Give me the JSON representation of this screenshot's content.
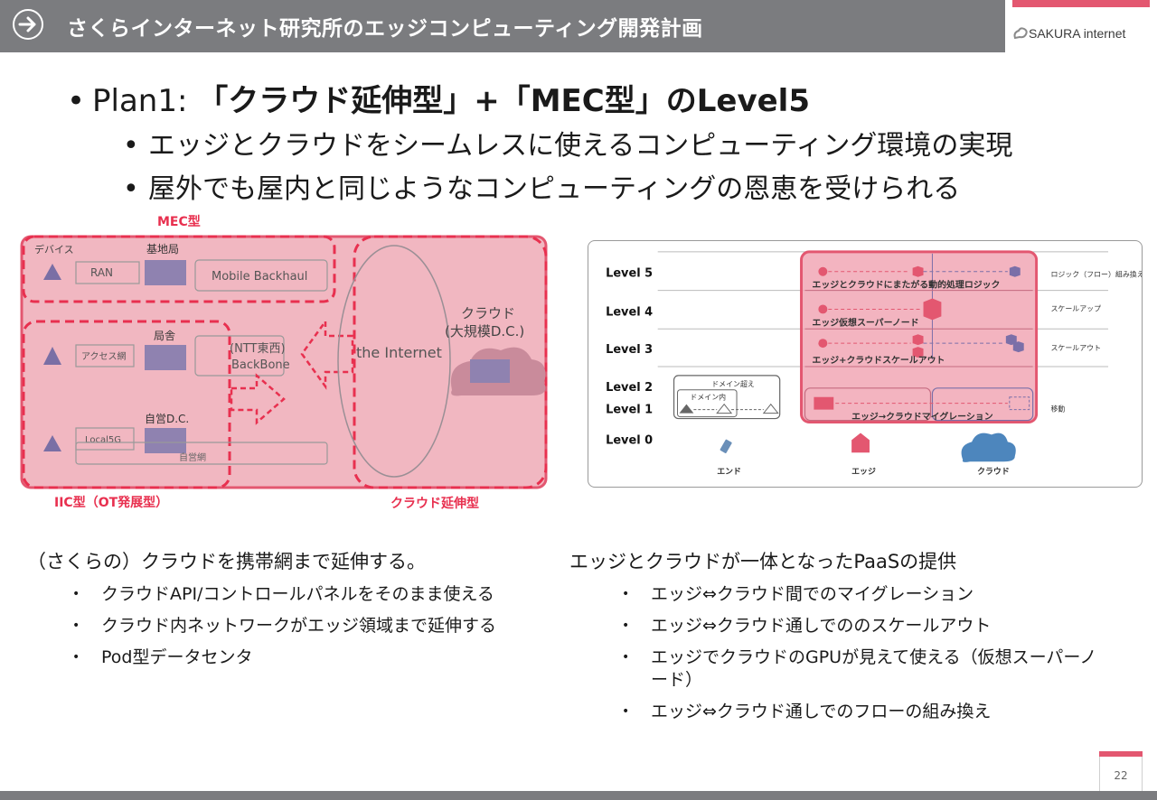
{
  "header": {
    "title": "さくらインターネット研究所のエッジコンピューティング開発計画",
    "logo_text": "SAKURA internet"
  },
  "main": {
    "plan_prefix": "Plan1: ",
    "plan_bold": "「クラウド延伸型」+「MEC型」のLevel5",
    "bullets": [
      "エッジとクラウドをシームレスに使えるコンピューティング環境の実現",
      "屋外でも屋内と同じようなコンピューティングの恩恵を受けられる"
    ]
  },
  "diagram_left": {
    "mec_label": "MEC型",
    "iic_label": "IIC型（OT発展型）",
    "cloud_ext_label": "クラウド延伸型",
    "device": "デバイス",
    "base_station": "基地局",
    "ran": "RAN",
    "mobile_backhaul": "Mobile Backhaul",
    "office": "局舎",
    "access_net": "アクセス網",
    "ntt1": "(NTT東西)",
    "ntt2": "BackBone",
    "private_dc": "自営D.C.",
    "local5g": "Local5G",
    "private_net": "自営網",
    "internet": "the Internet",
    "cloud1": "クラウド",
    "cloud2": "(大規模D.C.)"
  },
  "diagram_right": {
    "levels": [
      "Level 5",
      "Level 4",
      "Level 3",
      "Level 2",
      "Level 1",
      "Level 0"
    ],
    "l5_label": "エッジとクラウドにまたがる動的処理ロジック",
    "l4_label": "エッジ仮想スーパーノード",
    "l3_label": "エッジ+クラウドスケールアウト",
    "l1_label": "エッジ→クラウドマイグレーション",
    "domain_cross": "ドメイン超え",
    "domain_in": "ドメイン内",
    "r5": "ロジック（フロー）組み換え",
    "r4": "スケールアップ",
    "r3": "スケールアウト",
    "r1": "移動",
    "x_end": "エンド",
    "x_edge": "エッジ",
    "x_cloud": "クラウド"
  },
  "left_text": {
    "caption": "（さくらの）クラウドを携帯網まで延伸する。",
    "items": [
      "クラウドAPI/コントロールパネルをそのまま使える",
      "クラウド内ネットワークがエッジ領域まで延伸する",
      "Pod型データセンタ"
    ]
  },
  "right_text": {
    "caption": "エッジとクラウドが一体となったPaaSの提供",
    "items": [
      "エッジ⇔クラウド間でのマイグレーション",
      "エッジ⇔クラウド通しでののスケールアウト",
      "エッジでクラウドのGPUが見えて使える（仮想スーパーノード）",
      "エッジ⇔クラウド通しでのフローの組み換え"
    ]
  },
  "page_number": "22"
}
